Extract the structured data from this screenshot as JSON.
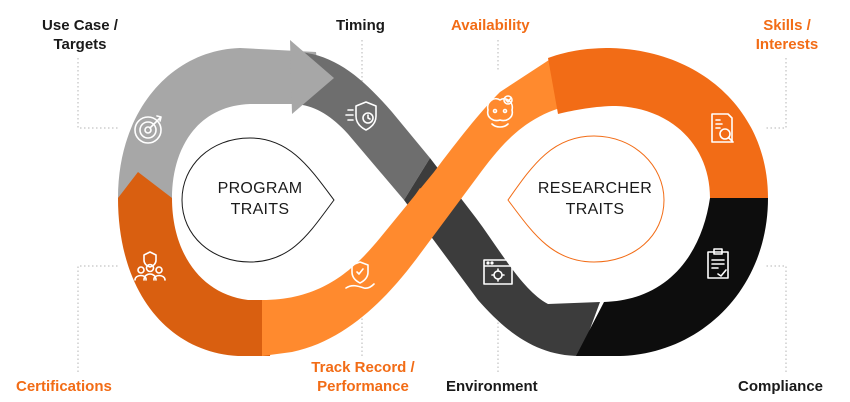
{
  "colors": {
    "gray_light": "#a7a7a7",
    "gray_mid": "#6e6e6e",
    "gray_dark": "#3c3c3c",
    "black": "#0d0d0d",
    "orange": "#f26c16",
    "orange_dark": "#d95f10",
    "orange_light": "#ff8a2e",
    "label_dark": "#1a1a1a",
    "label_orange": "#f26c16"
  },
  "left_loop": {
    "line1": "PROGRAM",
    "line2": "TRAITS"
  },
  "right_loop": {
    "line1": "RESEARCHER",
    "line2": "TRAITS"
  },
  "labels": {
    "use_case": {
      "line1": "Use Case /",
      "line2": "Targets"
    },
    "timing": "Timing",
    "availability": "Availability",
    "skills": {
      "line1": "Skills /",
      "line2": "Interests"
    },
    "certifications": "Certifications",
    "track_record": {
      "line1": "Track Record /",
      "line2": "Performance"
    },
    "environment": "Environment",
    "compliance": "Compliance"
  },
  "icons": [
    "target-icon",
    "shield-clock-icon",
    "globe-hand-icon",
    "document-search-icon",
    "people-shield-icon",
    "hand-shield-icon",
    "browser-gear-icon",
    "clipboard-check-icon"
  ]
}
